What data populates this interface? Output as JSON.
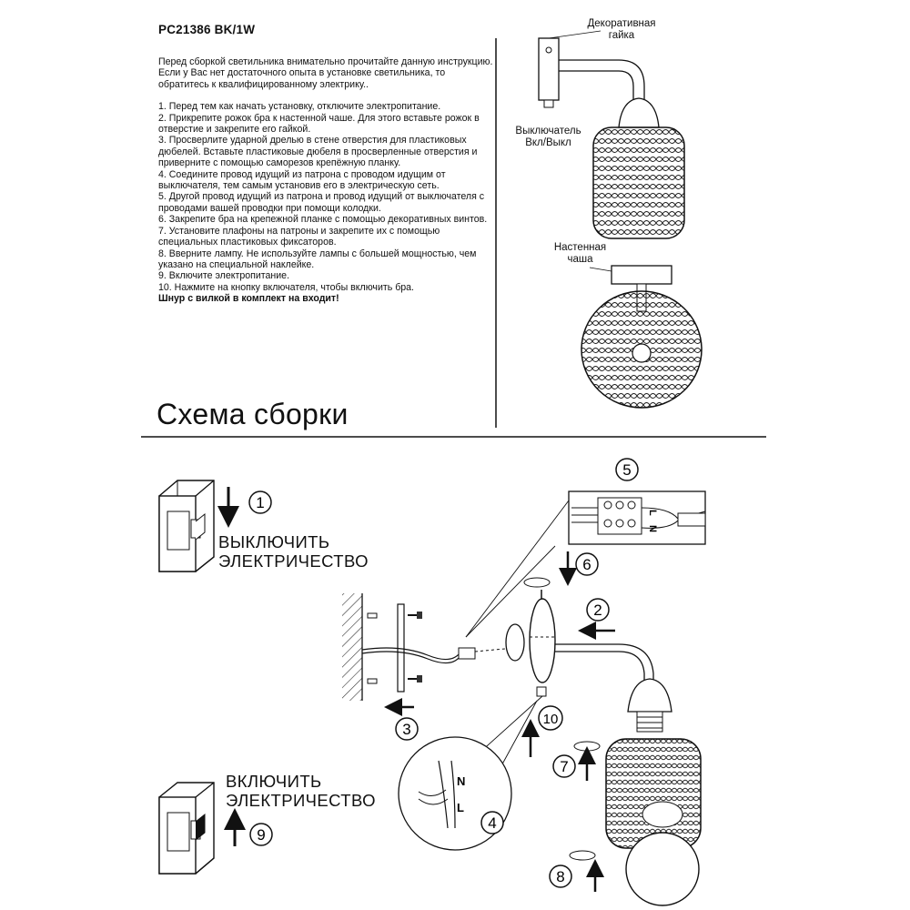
{
  "header": {
    "model": "PC21386 BK/1W"
  },
  "instructions": {
    "intro": "Перед сборкой светильника внимательно прочитайте данную инструкцию. Если у Вас нет достаточного опыта в установке светильника, то обратитесь к квалифицированному электрику..",
    "steps": [
      "1. Перед тем как начать установку, отключите электропитание.",
      "2. Прикрепите рожок бра к настенной чаше. Для этого вставьте рожок в отверстие и закрепите его гайкой.",
      "3. Просверлите ударной дрелью в стене отверстия для пластиковых дюбелей. Вставьте пластиковые дюбеля в просверленные отверстия и приверните с помощью саморезов крепёжную планку.",
      "4. Соедините провод идущий из патрона с проводом идущим от выключателя, тем самым установив его в электрическую сеть.",
      "5. Другой провод идущий из патрона и провод идущий от выключателя с проводами вашей проводки при помощи колодки.",
      "6. Закрепите бра на крепежной планке с помощью декоративных винтов.",
      "7. Установите плафоны на патроны и закрепите их с помощью специальных пластиковых фиксаторов.",
      "8. Вверните лампу. Не используйте лампы с большей мощностью, чем указано на специальной наклейке.",
      "9. Включите электропитание.",
      "10. Нажмите на кнопку включателя, чтобы включить бра."
    ],
    "warning": "Шнур с вилкой в комплект на входит!"
  },
  "product_labels": {
    "decorative_nut_line1": "Декоративная",
    "decorative_nut_line2": "гайка",
    "switch_line1": "Выключатель",
    "switch_line2": "Вкл/Выкл",
    "wall_cup_line1": "Настенная",
    "wall_cup_line2": "чаша"
  },
  "scheme": {
    "title": "Схема сборки",
    "power_off_line1": "ВЫКЛЮЧИТЬ",
    "power_off_line2": "ЭЛЕКТРИЧЕСТВО",
    "power_on_line1": "ВКЛЮЧИТЬ",
    "power_on_line2": "ЭЛЕКТРИЧЕСТВО",
    "step_numbers": [
      "1",
      "2",
      "3",
      "4",
      "5",
      "6",
      "7",
      "8",
      "9",
      "10"
    ],
    "wire_n": "N",
    "wire_l": "L",
    "terminal_n": "N",
    "terminal_l": "L"
  }
}
